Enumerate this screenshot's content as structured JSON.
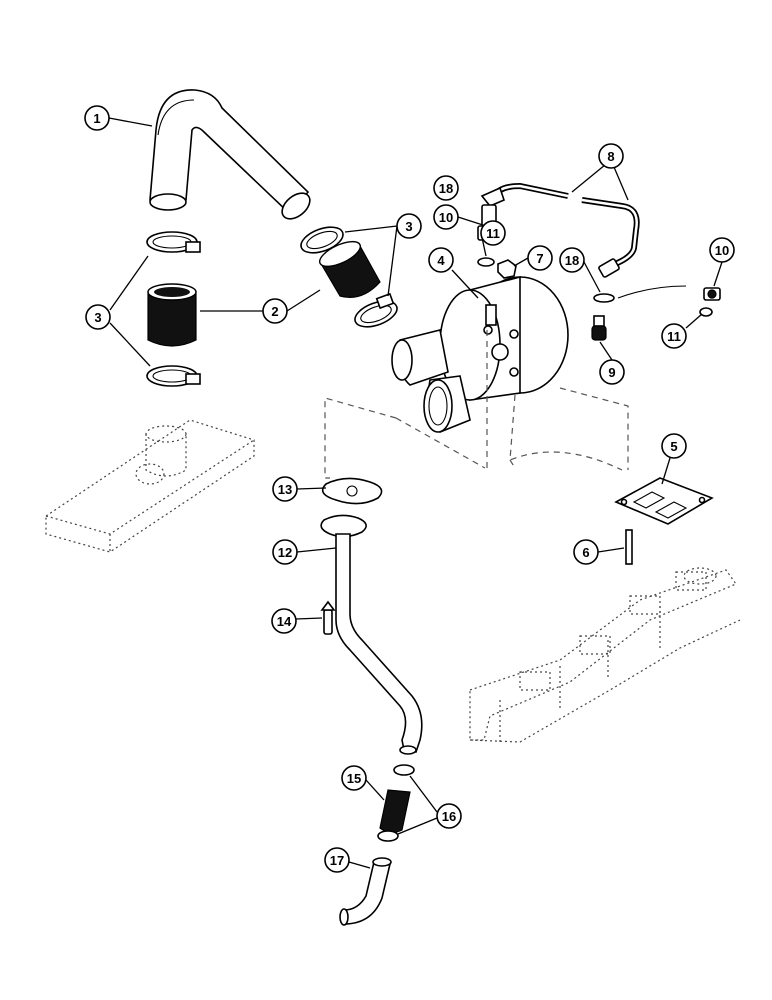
{
  "callouts": [
    {
      "id": "c1",
      "label": "1"
    },
    {
      "id": "c2",
      "label": "2"
    },
    {
      "id": "c3a",
      "label": "3"
    },
    {
      "id": "c3b",
      "label": "3"
    },
    {
      "id": "c4",
      "label": "4"
    },
    {
      "id": "c5",
      "label": "5"
    },
    {
      "id": "c6",
      "label": "6"
    },
    {
      "id": "c7",
      "label": "7"
    },
    {
      "id": "c8",
      "label": "8"
    },
    {
      "id": "c9",
      "label": "9"
    },
    {
      "id": "c10a",
      "label": "10"
    },
    {
      "id": "c10b",
      "label": "10"
    },
    {
      "id": "c11a",
      "label": "11"
    },
    {
      "id": "c11b",
      "label": "11"
    },
    {
      "id": "c12",
      "label": "12"
    },
    {
      "id": "c13",
      "label": "13"
    },
    {
      "id": "c14",
      "label": "14"
    },
    {
      "id": "c15",
      "label": "15"
    },
    {
      "id": "c16",
      "label": "16"
    },
    {
      "id": "c17",
      "label": "17"
    },
    {
      "id": "c18a",
      "label": "18"
    },
    {
      "id": "c18b",
      "label": "18"
    }
  ],
  "colors": {
    "line": "#000000",
    "background": "#ffffff",
    "hose": "#111111"
  }
}
